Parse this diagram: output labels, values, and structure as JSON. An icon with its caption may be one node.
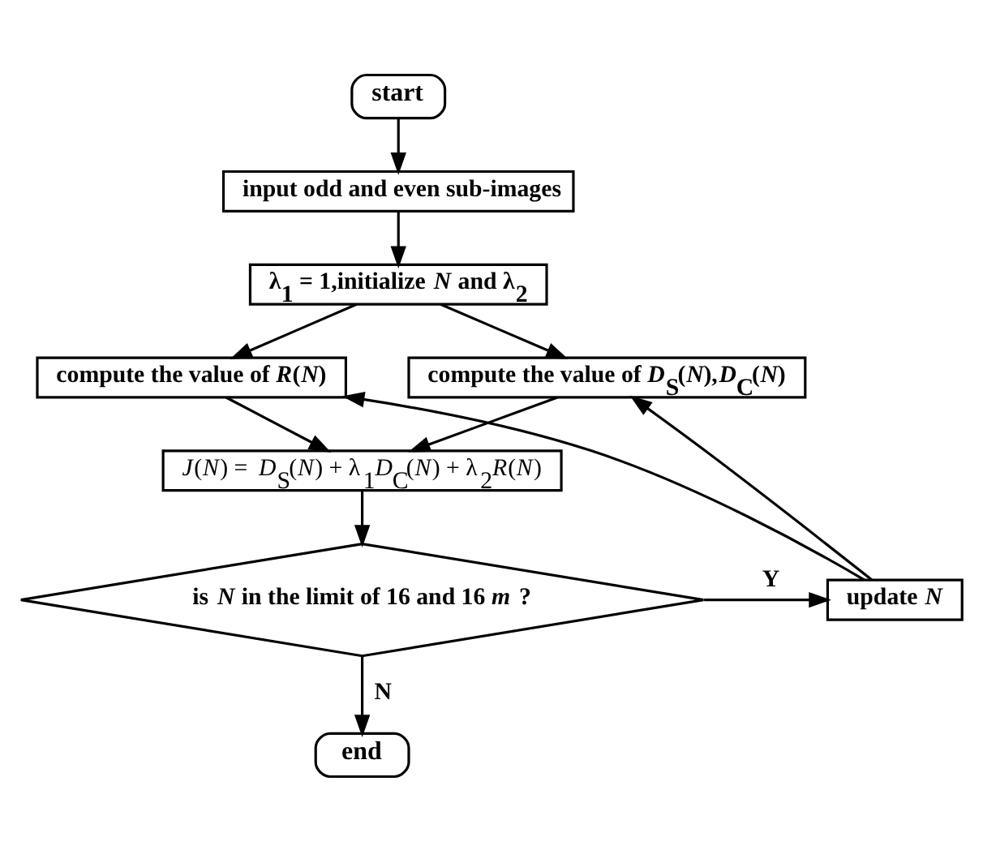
{
  "diagram": {
    "nodes": [
      {
        "text": [
          "start"
        ]
      },
      {
        "text": [
          "input odd and even sub-images"
        ]
      },
      {
        "text": [
          "λ$_{1}$ = 1,initialize *N* and λ$_{2}$"
        ]
      },
      {
        "text": [
          "compute the value of *R*(*N*)"
        ]
      },
      {
        "text": [
          "compute the value of *D*$_{S}$(*N*),*D*$_{C}$(*N*)"
        ]
      },
      {
        "text": [
          "*J*(*N*) = *D*$_{S}$(*N*) + λ$_{1}$*D*$_{C}$(*N*) + λ$_{2}$*R*(*N*)"
        ]
      },
      {
        "text": [
          "is *N* in the limit of 16 and 16 *m* ?"
        ]
      },
      {
        "text": [
          "update *N*"
        ]
      },
      {
        "text": [
          "end"
        ]
      }
    ],
    "edges": [
      {
        "from": 0,
        "to": 1,
        "arrow": "to"
      },
      {
        "from": 1,
        "to": 2,
        "arrow": "to"
      },
      {
        "from": 2,
        "to": 3,
        "arrow": "to"
      },
      {
        "from": 2,
        "to": 4,
        "arrow": "to"
      },
      {
        "from": 7,
        "to": 3,
        "arrow": "to"
      },
      {
        "from": 7,
        "to": 4,
        "arrow": "to"
      },
      {
        "from": 3,
        "to": 5,
        "arrow": "to"
      },
      {
        "from": 4,
        "to": 5,
        "arrow": "to"
      },
      {
        "from": 5,
        "to": 6,
        "arrow": "to"
      },
      {
        "from": 6,
        "to": 7,
        "label": "Y",
        "arrow": "to"
      },
      {
        "from": 6,
        "to": 8,
        "label": "N",
        "arrow": "to"
      }
    ]
  }
}
